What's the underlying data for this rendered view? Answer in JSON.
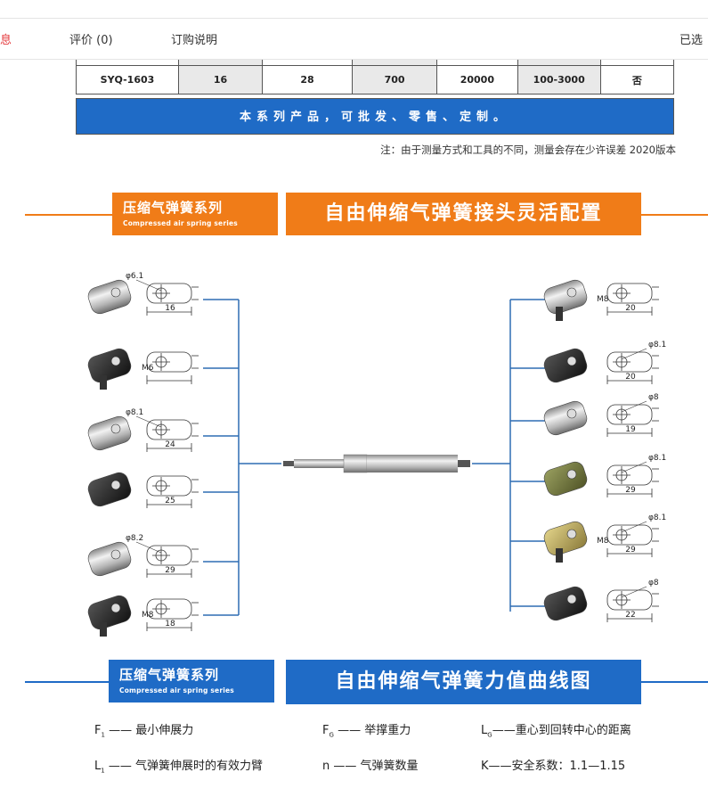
{
  "tabs": [
    {
      "label": "息",
      "active": true
    },
    {
      "label": "评价 (0)",
      "active": false
    },
    {
      "label": "订购说明",
      "active": false
    },
    {
      "label": "已选",
      "active": false
    }
  ],
  "table": {
    "row": [
      "SYQ-1603",
      "16",
      "28",
      "700",
      "20000",
      "100-3000",
      "否"
    ],
    "banner": "本系列产品，可批发、零售、定制。",
    "note": "注：由于测量方式和工具的不同，测量会存在少许误差   2020版本"
  },
  "section1": {
    "tag_title": "压缩气弹簧系列",
    "tag_subtitle": "Compressed air spring series",
    "title": "自由伸缩气弹簧接头灵活配置",
    "color": "#f07c18"
  },
  "connectors": {
    "left": [
      {
        "dim": "16",
        "callout": "φ6.1",
        "thread": ""
      },
      {
        "dim": "",
        "callout": "",
        "thread": "M6"
      },
      {
        "dim": "24",
        "callout": "φ8.1",
        "thread": ""
      },
      {
        "dim": "25",
        "callout": "",
        "thread": ""
      },
      {
        "dim": "29",
        "callout": "φ8.2",
        "thread": ""
      },
      {
        "dim": "18",
        "callout": "",
        "thread": "M8"
      }
    ],
    "right": [
      {
        "dim": "20",
        "callout": "",
        "thread": "M8"
      },
      {
        "dim": "20",
        "callout": "φ8.1",
        "thread": ""
      },
      {
        "dim": "19",
        "callout": "φ8",
        "thread": ""
      },
      {
        "dim": "29",
        "callout": "φ8.1",
        "thread": ""
      },
      {
        "dim": "29",
        "callout": "φ8.1",
        "thread": "M8"
      },
      {
        "dim": "22",
        "callout": "φ8",
        "thread": ""
      }
    ],
    "line_color": "#2e6db4"
  },
  "section2": {
    "tag_title": "压缩气弹簧系列",
    "tag_subtitle": "Compressed air spring series",
    "title": "自由伸缩气弹簧力值曲线图",
    "color": "#1f6bc6"
  },
  "legend": [
    {
      "sym": "F",
      "sub": "1",
      "text": "—— 最小伸展力"
    },
    {
      "sym": "F",
      "sub": "G",
      "text": "—— 举撑重力"
    },
    {
      "sym": "L",
      "sub": "G",
      "text": "——重心到回转中心的距离"
    },
    {
      "sym": "L",
      "sub": "1",
      "text": "—— 气弹簧伸展时的有效力臂"
    },
    {
      "sym": "n",
      "sub": "",
      "text": "—— 气弹簧数量"
    },
    {
      "sym": "K",
      "sub": "",
      "text": "——安全系数：1.1—1.15"
    }
  ]
}
